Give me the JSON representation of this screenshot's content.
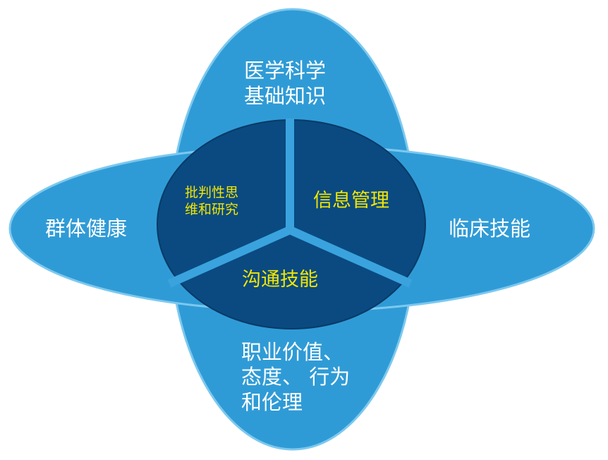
{
  "colors": {
    "petal": "#2f9bd6",
    "petal_edge": "#6fc0ea",
    "core": "#0a4a80",
    "core_edge": "#083a66",
    "divider": "#3aa3de",
    "outer_text": "#ffffff",
    "inner_text": "#f2e600"
  },
  "outer": {
    "top": [
      "医学科学",
      "基础知识"
    ],
    "left": [
      "群体健康"
    ],
    "right": [
      "临床技能"
    ],
    "bottom": [
      "职业价值、",
      "态度、 行为",
      "和伦理"
    ]
  },
  "inner": {
    "top_left": [
      "批判性思",
      "维和研究"
    ],
    "top_right": [
      "信息管理"
    ],
    "bottom": [
      "沟通技能"
    ]
  }
}
